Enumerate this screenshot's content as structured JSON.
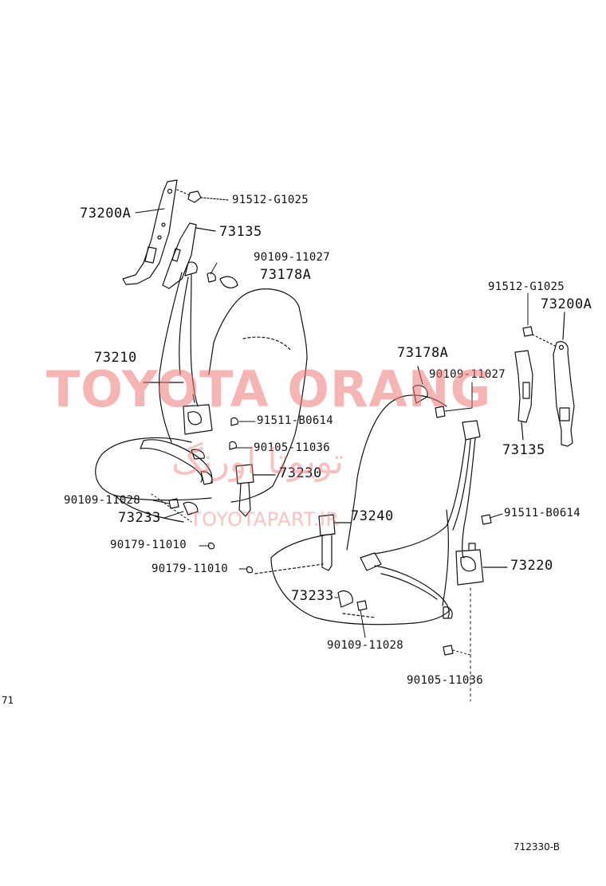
{
  "labels": {
    "l1": "91512-G1025",
    "l2": "73200A",
    "l3": "73135",
    "l4": "90109-11027",
    "l5": "73178A",
    "l6": "73210",
    "l7": "91511-B0614",
    "l8": "90105-11036",
    "l9": "73230",
    "l10": "90109-11028",
    "l11": "73233",
    "l12": "90179-11010",
    "l13": "90179-11010",
    "l14": "73240",
    "l15": "73233",
    "l16": "90109-11028",
    "l17": "90105-11036",
    "r1": "91512-G1025",
    "r2": "73200A",
    "r3": "73178A",
    "r4": "90109-11027",
    "r5": "73135",
    "r6": "91511-B0614",
    "r7": "73220"
  },
  "watermark": {
    "main": "TOYOTA ORANG",
    "persian": "تویوتا اورنگ",
    "url": "TOYOTAPART.IR"
  },
  "edge_number": "71",
  "figure_code": "712330-B",
  "colors": {
    "line": "#111111",
    "watermark": "#ee7878"
  }
}
